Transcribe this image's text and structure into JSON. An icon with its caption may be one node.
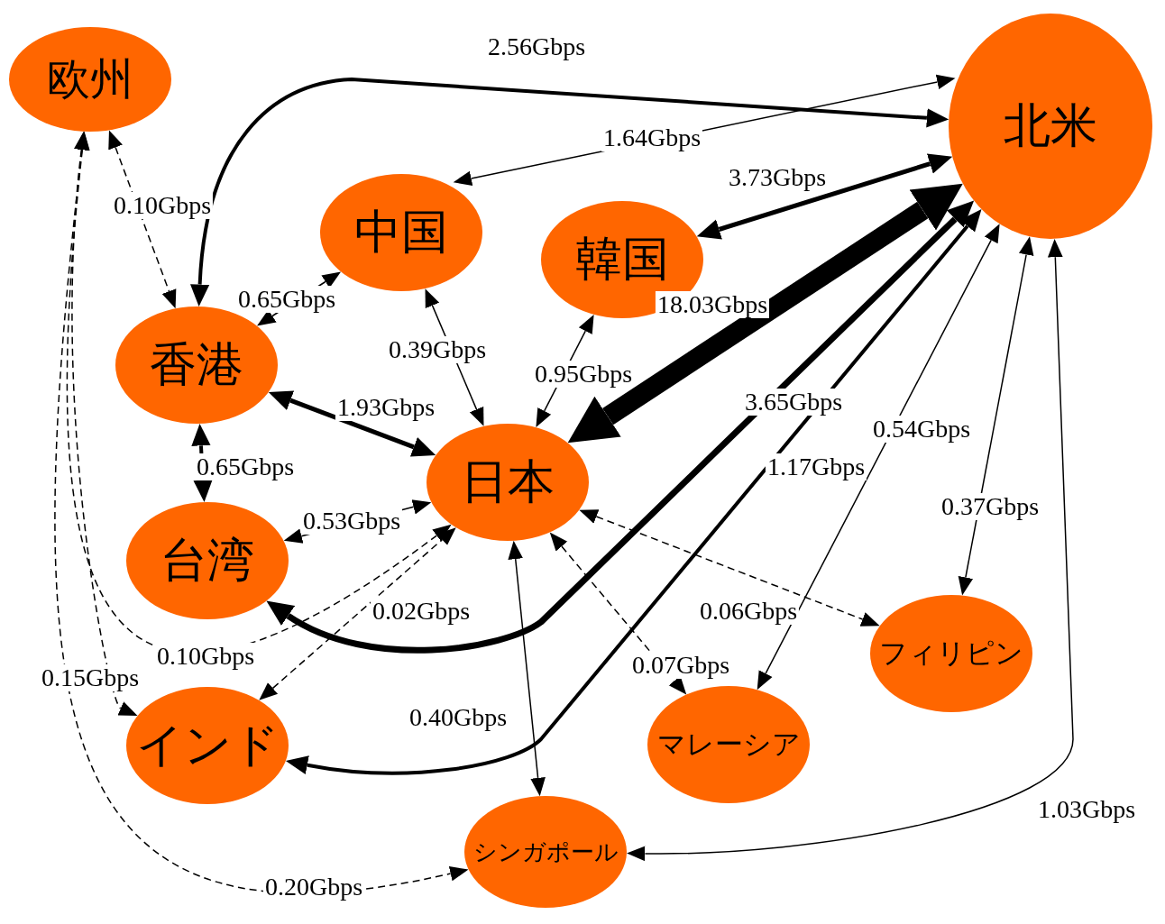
{
  "diagram": {
    "nodes": [
      {
        "text": [
          "欧州"
        ]
      },
      {
        "text": [
          "北米"
        ]
      },
      {
        "text": [
          "中国"
        ]
      },
      {
        "text": [
          "韓国"
        ]
      },
      {
        "text": [
          "香港"
        ]
      },
      {
        "text": [
          "日本"
        ]
      },
      {
        "text": [
          "台湾"
        ]
      },
      {
        "text": [
          "フィリピン"
        ]
      },
      {
        "text": [
          "インド"
        ]
      },
      {
        "text": [
          "マレーシア"
        ]
      },
      {
        "text": [
          "シンガポール"
        ]
      }
    ],
    "edges": [
      {
        "from": 4,
        "to": 1,
        "arrow": "both",
        "label": "2.56Gbps",
        "style": "thick"
      },
      {
        "from": 2,
        "to": 1,
        "arrow": "both",
        "label": "1.64Gbps"
      },
      {
        "from": 3,
        "to": 1,
        "arrow": "both",
        "label": "3.73Gbps",
        "style": "thick"
      },
      {
        "from": 5,
        "to": 1,
        "arrow": "both",
        "label": "18.03Gbps",
        "style": "thick"
      },
      {
        "from": 6,
        "to": 1,
        "arrow": "both",
        "label": "3.65Gbps",
        "style": "thick"
      },
      {
        "from": 8,
        "to": 1,
        "arrow": "both",
        "label": "1.17Gbps",
        "style": "thick"
      },
      {
        "from": 9,
        "to": 1,
        "arrow": "both",
        "label": "0.54Gbps"
      },
      {
        "from": 7,
        "to": 1,
        "arrow": "both",
        "label": "0.37Gbps"
      },
      {
        "from": 10,
        "to": 1,
        "arrow": "both",
        "label": "1.03Gbps"
      },
      {
        "from": 0,
        "to": 4,
        "arrow": "both",
        "label": "0.10Gbps",
        "style": "dashed"
      },
      {
        "from": 0,
        "to": 5,
        "arrow": "both",
        "label": "0.10Gbps",
        "style": "dashed"
      },
      {
        "from": 0,
        "to": 8,
        "arrow": "both",
        "label": "0.15Gbps",
        "style": "dashed"
      },
      {
        "from": 0,
        "to": 10,
        "arrow": "both",
        "label": "0.20Gbps",
        "style": "dashed"
      },
      {
        "from": 2,
        "to": 4,
        "arrow": "both",
        "label": "0.65Gbps"
      },
      {
        "from": 2,
        "to": 5,
        "arrow": "both",
        "label": "0.39Gbps"
      },
      {
        "from": 3,
        "to": 5,
        "arrow": "both",
        "label": "0.95Gbps"
      },
      {
        "from": 4,
        "to": 5,
        "arrow": "both",
        "label": "1.93Gbps",
        "style": "thick"
      },
      {
        "from": 4,
        "to": 6,
        "arrow": "both",
        "label": "0.65Gbps",
        "style": "thick"
      },
      {
        "from": 6,
        "to": 5,
        "arrow": "both",
        "label": "0.53Gbps"
      },
      {
        "from": 8,
        "to": 5,
        "arrow": "both",
        "label": "0.02Gbps",
        "style": "dashed"
      },
      {
        "from": 5,
        "to": 10,
        "arrow": "both",
        "label": "0.40Gbps"
      },
      {
        "from": 5,
        "to": 9,
        "arrow": "both",
        "label": "0.07Gbps",
        "style": "dashed"
      },
      {
        "from": 5,
        "to": 7,
        "arrow": "both",
        "label": "0.06Gbps",
        "style": "dashed"
      }
    ]
  }
}
